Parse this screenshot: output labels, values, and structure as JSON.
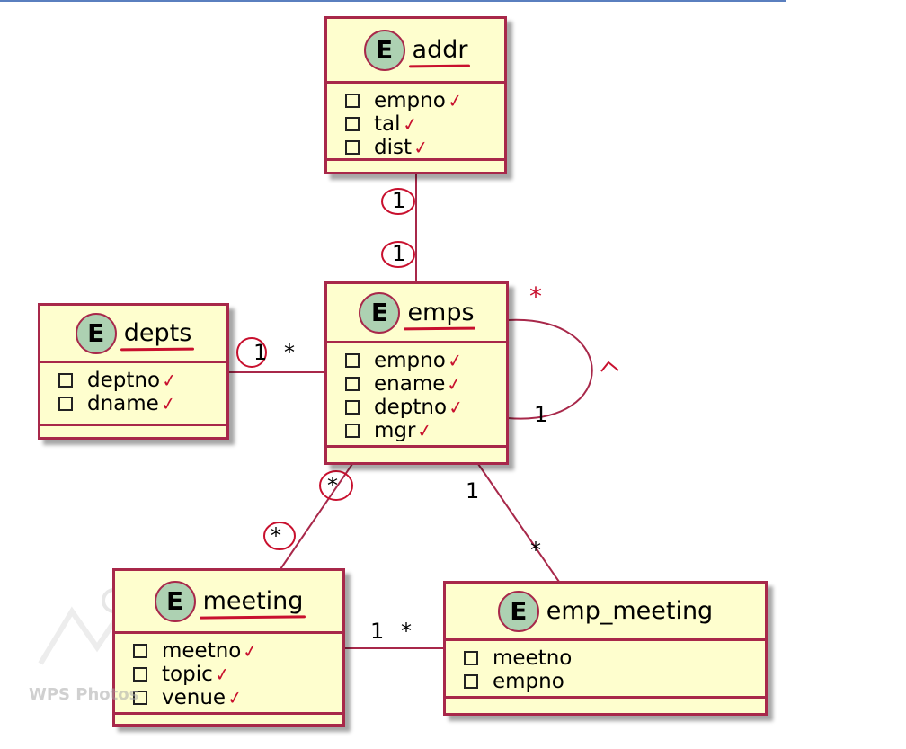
{
  "entities": {
    "addr": {
      "badge": "E",
      "name": "addr",
      "fields": [
        "empno",
        "tal",
        "dist"
      ]
    },
    "depts": {
      "badge": "E",
      "name": "depts",
      "fields": [
        "deptno",
        "dname"
      ]
    },
    "emps": {
      "badge": "E",
      "name": "emps",
      "fields": [
        "empno",
        "ename",
        "deptno",
        "mgr"
      ]
    },
    "meeting": {
      "badge": "E",
      "name": "meeting",
      "fields": [
        "meetno",
        "topic",
        "venue"
      ]
    },
    "emp_meeting": {
      "badge": "E",
      "name": "emp_meeting",
      "fields": [
        "meetno",
        "empno"
      ]
    }
  },
  "multiplicities": {
    "addr_emps_top": "1",
    "addr_emps_bottom": "1",
    "depts_emps_left": "1",
    "depts_emps_right": "*",
    "emps_self_star": "*",
    "emps_self_one": "1",
    "emps_meeting_top": "*",
    "emps_meeting_bottom": "*",
    "emps_empmeeting_top": "1",
    "emps_empmeeting_bottom": "*",
    "meeting_empmeeting_left": "1",
    "meeting_empmeeting_right": "*"
  },
  "annotation": {
    "tick": "✓",
    "color": "#c8102e"
  },
  "watermark": {
    "text": "WPS Photos"
  }
}
